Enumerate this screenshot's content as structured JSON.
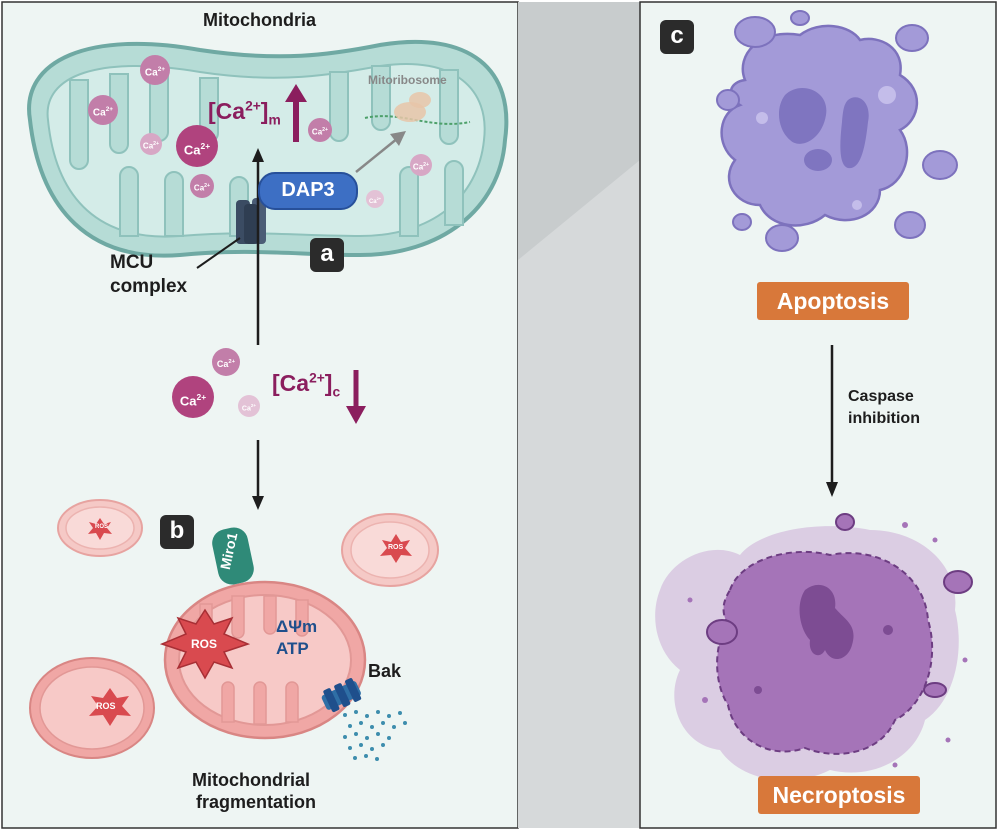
{
  "title": "Mitochondria",
  "labels": {
    "mitoribosome": "Mitoribosome",
    "dap3": "DAP3",
    "mcu_line1": "MCU",
    "mcu_line2": "complex",
    "ca_ion": "Ca",
    "ca_charge": "2+",
    "ca_m_base": "[Ca",
    "ca_m_charge": "2+",
    "ca_m_close": "]",
    "ca_m_sub": "m",
    "ca_c_base": "[Ca",
    "ca_c_charge": "2+",
    "ca_c_close": "]",
    "ca_c_sub": "c",
    "miro1": "Miro1",
    "ros": "ROS",
    "delta_psi": "ΔΨm",
    "atp": "ATP",
    "bak": "Bak",
    "frag_line1": "Mitochondrial",
    "frag_line2": "fragmentation",
    "apoptosis": "Apoptosis",
    "caspase_line1": "Caspase",
    "caspase_line2": "inhibition",
    "necroptosis": "Necroptosis"
  },
  "panels": {
    "a": "a",
    "b": "b",
    "c": "c"
  },
  "colors": {
    "panel_bg": "#eef5f3",
    "mito_fill": "#b6dcd6",
    "mito_stroke": "#6fa9a3",
    "calcium": "#b0437e",
    "dap3": "#3d6fc4",
    "mcu": "#3b4c63",
    "frag_mito": "#f0a7a5",
    "ros": "#d94a4f",
    "apoptosis_cell": "#a39ad8",
    "necroptosis_cell": "#9b6ab0",
    "label_box": "#d8783a",
    "arrow_up": "#8b1e5e"
  }
}
